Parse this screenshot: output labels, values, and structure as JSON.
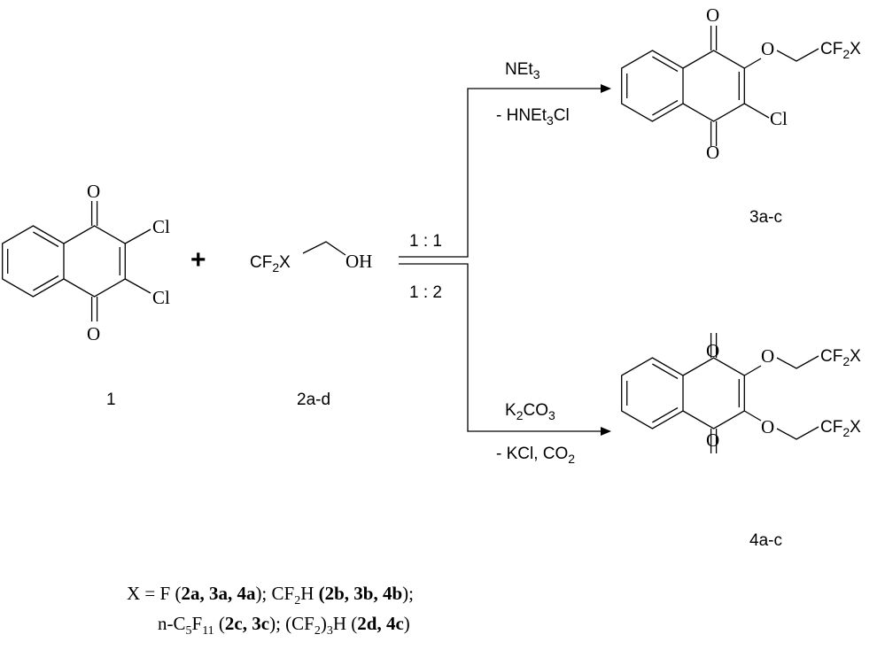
{
  "compounds": {
    "c1": {
      "label": "1",
      "sub_top": "Cl",
      "sub_bottom": "Cl",
      "o_top": "O",
      "o_bottom": "O"
    },
    "c2": {
      "label": "2a-d",
      "cf": "CF",
      "two": "2",
      "x": "X",
      "oh": "OH"
    },
    "c3": {
      "label": "3a-c",
      "o": "O",
      "cf": "CF",
      "two": "2",
      "x": "X",
      "cl": "Cl",
      "o_top": "O",
      "o_bottom": "O"
    },
    "c4": {
      "label": "4a-c",
      "o": "O",
      "cf": "CF",
      "two": "2",
      "x": "X",
      "o_top": "O",
      "o_bottom": "O"
    }
  },
  "plus": "+",
  "ratios": {
    "upper": "1 : 1",
    "lower": "1 : 2"
  },
  "conditions": {
    "upper_reagent": {
      "a": "NEt",
      "b": "3"
    },
    "upper_byproduct": {
      "a": "- HNEt",
      "b": "3",
      "c": "Cl"
    },
    "lower_reagent": {
      "a": "K",
      "b": "2",
      "c": "CO",
      "d": "3"
    },
    "lower_byproduct": {
      "a": "- KCl, CO",
      "b": "2"
    }
  },
  "footnote": {
    "line1": [
      "X = F (",
      "2a, 3a, 4a",
      "); CF",
      "2",
      "H ",
      "(2b, 3b, 4b",
      ");"
    ],
    "line2": [
      "n-C",
      "5",
      "F",
      "11",
      " (",
      "2c, 3c",
      "); (CF",
      "2",
      ")",
      "3",
      "H (",
      "2d, 4c",
      ")"
    ]
  }
}
